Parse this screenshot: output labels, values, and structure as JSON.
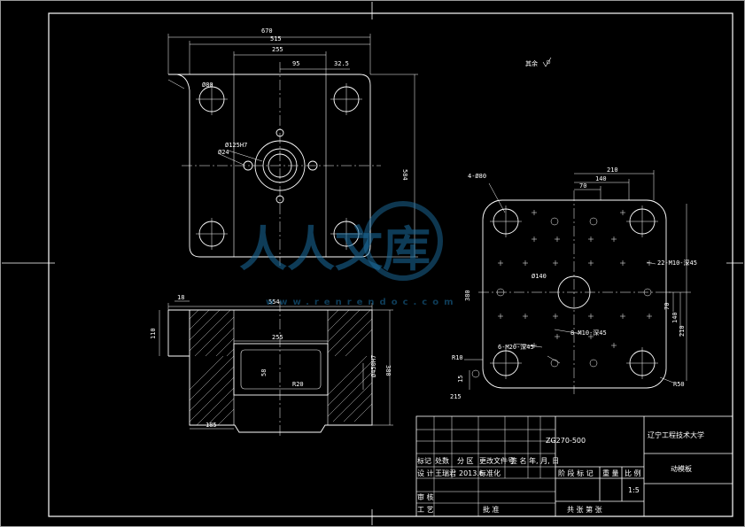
{
  "colors": {
    "background": "#000000",
    "line": "#ffffff",
    "watermark": "#1b6ea0"
  },
  "top_view": {
    "dims": {
      "d670": "670",
      "d515": "515",
      "d255": "255",
      "d95": "95",
      "d32_5": "32.5",
      "d584": "584",
      "phi_hole": "Ø80",
      "phi_center": "Ø125H7",
      "phi_small": "Ø24"
    }
  },
  "section_view": {
    "dims": {
      "d554": "554",
      "d255": "255",
      "d110": "110",
      "d185": "185",
      "d18": "18",
      "d380": "380",
      "d58": "58",
      "r20": "R20",
      "d450": "Ø450H7"
    }
  },
  "right_view": {
    "dims": {
      "d210": "210",
      "d140": "140",
      "d70": "70",
      "four_phi": "4-Ø80",
      "phi_center": "Ø140",
      "note1": "22-M10-深45",
      "note2": "8-M10-深45",
      "note3": "6-M20-深45",
      "d70v": "70",
      "d140v": "140",
      "d210v": "210",
      "r10": "R10",
      "d15": "15",
      "d215": "215",
      "r50": "R50",
      "d380": "380"
    }
  },
  "roughness": "其余",
  "watermark": {
    "main": "人人文库",
    "url": "www.renrendoc.com"
  },
  "title_block": {
    "university": "辽宁工程技术大学",
    "model": "ZG270-500",
    "part_name": "动模板",
    "h_mark": "标记",
    "h_count": "处数",
    "h_zone": "分 区",
    "h_doc": "更改文件号",
    "h_sign": "签 名",
    "h_date": "年, 月, 日",
    "design_label": "设 计",
    "designer": "王瑞君",
    "design_date": "2013.6",
    "std_label": "标准化",
    "stage_label": "阶 段 标 记",
    "weight_label": "重 量",
    "scale_label": "比 例",
    "scale": "1:5",
    "review_label": "审 核",
    "process_label": "工 艺",
    "approve_label": "批 准",
    "sheets_label": "共   张   第   张"
  }
}
